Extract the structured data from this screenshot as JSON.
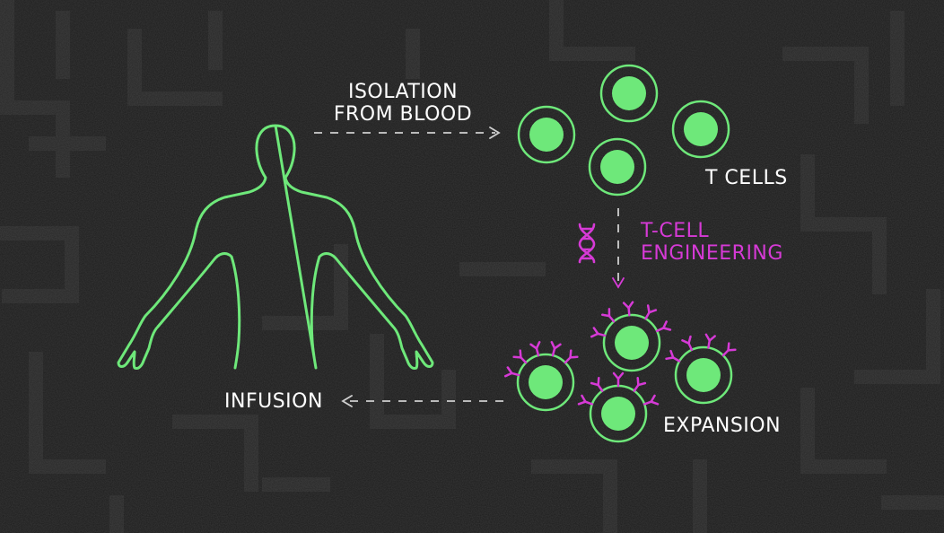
{
  "labels": {
    "isolation_line1": "ISOLATION",
    "isolation_line2": "FROM BLOOD",
    "t_cells": "T CELLS",
    "engineering_line1": "T-CELL",
    "engineering_line2": "ENGINEERING",
    "expansion": "EXPANSION",
    "infusion": "INFUSION"
  },
  "colors": {
    "background": "#1c1c1c",
    "cell_green": "#6ee87a",
    "receptor_magenta": "#d63ad6",
    "text_white": "#ffffff",
    "arrow_gray": "#cfcfcf"
  },
  "icons": {
    "body": "human-silhouette-icon",
    "dna": "dna-helix-icon"
  }
}
